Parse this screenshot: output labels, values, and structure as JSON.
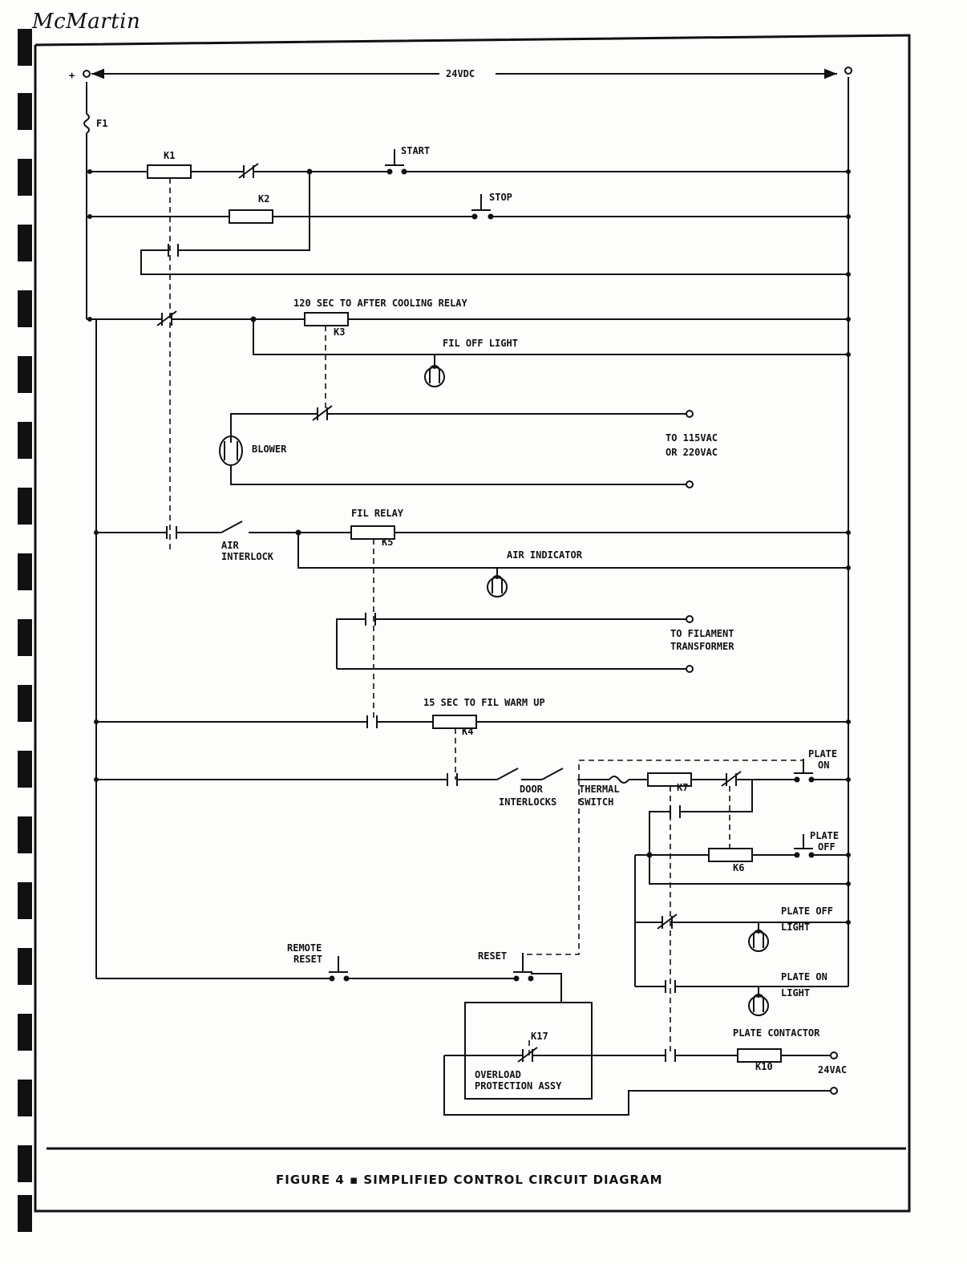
{
  "brand": "McMartin",
  "caption": "FIGURE 4 ▪ SIMPLIFIED CONTROL CIRCUIT DIAGRAM",
  "supply": {
    "plus": "+",
    "voltage": "24VDC",
    "fuse": "F1"
  },
  "relays": {
    "k1": "K1",
    "k2": "K2",
    "k3": "K3",
    "k5": "K5",
    "k4": "K4",
    "k7": "K7",
    "k6": "K6",
    "k10": "K10",
    "k17": "K17"
  },
  "labels": {
    "start": "START",
    "stop": "STOP",
    "after_cooling": "120 SEC TO AFTER COOLING RELAY",
    "fil_off_light": "FIL OFF LIGHT",
    "blower": "BLOWER",
    "to_115": "TO 115VAC",
    "or_220": "OR 220VAC",
    "fil_relay": "FIL RELAY",
    "air": "AIR",
    "interlock": "INTERLOCK",
    "air_indicator": "AIR INDICATOR",
    "to_filament": "TO FILAMENT",
    "transformer": "TRANSFORMER",
    "fil_warm_up": "15 SEC TO FIL WARM UP",
    "door": "DOOR",
    "interlocks": "INTERLOCKS",
    "thermal": "THERMAL",
    "switch": "SWITCH",
    "plate": "PLATE",
    "on": "ON",
    "off": "OFF",
    "plate_off": "PLATE OFF",
    "plate_on": "PLATE ON",
    "light": "LIGHT",
    "remote": "REMOTE",
    "reset": "RESET",
    "plate_contactor": "PLATE CONTACTOR",
    "vac24": "24VAC",
    "overload": "OVERLOAD",
    "protection": "PROTECTION ASSY"
  }
}
